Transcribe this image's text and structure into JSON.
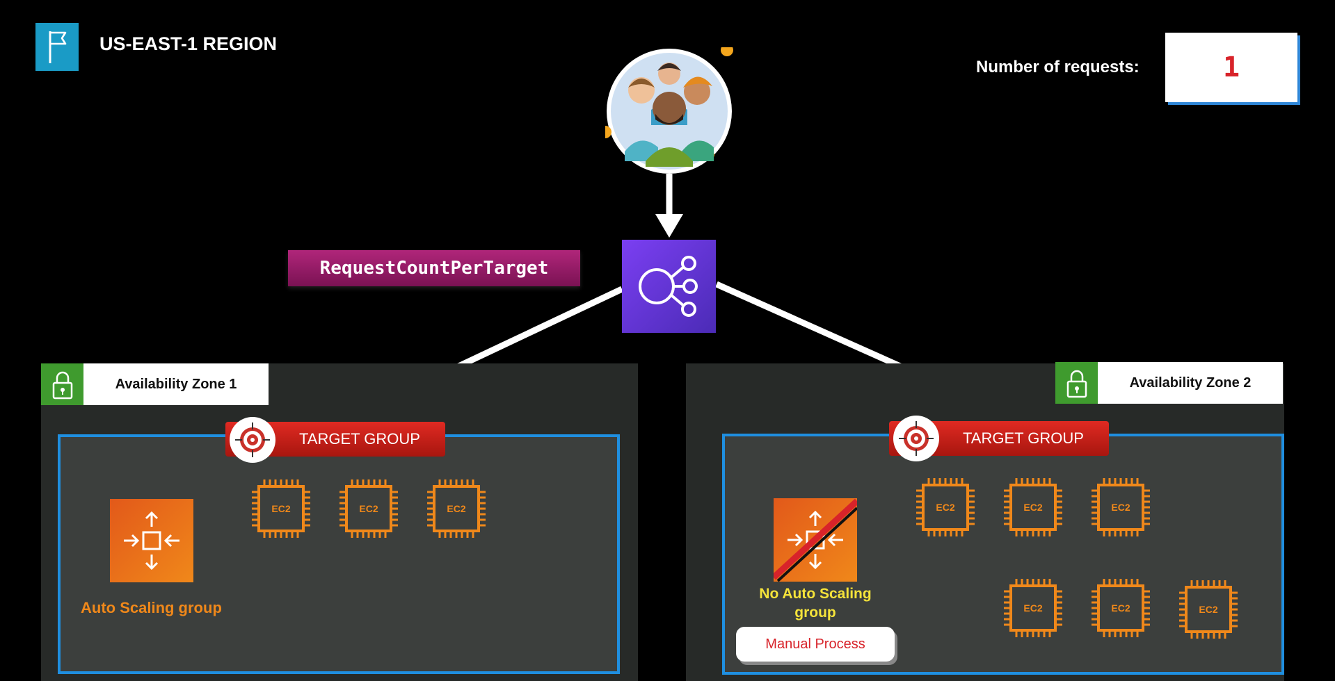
{
  "region": {
    "title": "US-EAST-1 REGION",
    "icon": "flag-icon"
  },
  "requests": {
    "label": "Number of requests:",
    "value": "1"
  },
  "metric": {
    "label": "RequestCountPerTarget"
  },
  "zones": [
    {
      "label": "Availability Zone 1",
      "target_group": "TARGET GROUP",
      "asg_label": "Auto Scaling group",
      "ec2_labels": [
        "EC2",
        "EC2",
        "EC2"
      ]
    },
    {
      "label": "Availability Zone 2",
      "target_group": "TARGET GROUP",
      "asg_label_line1": "No Auto Scaling",
      "asg_label_line2": "group",
      "manual_label": "Manual Process",
      "ec2_labels": [
        "EC2",
        "EC2",
        "EC2",
        "EC2",
        "EC2",
        "EC2"
      ]
    }
  ],
  "colors": {
    "ec2": "#f0881a",
    "target_group_border": "#1f8fe0",
    "lock_green": "#3f9b2e",
    "region_blue": "#1a9bc6",
    "load_balancer": "#6434e0",
    "metric": "#9a1c66"
  }
}
